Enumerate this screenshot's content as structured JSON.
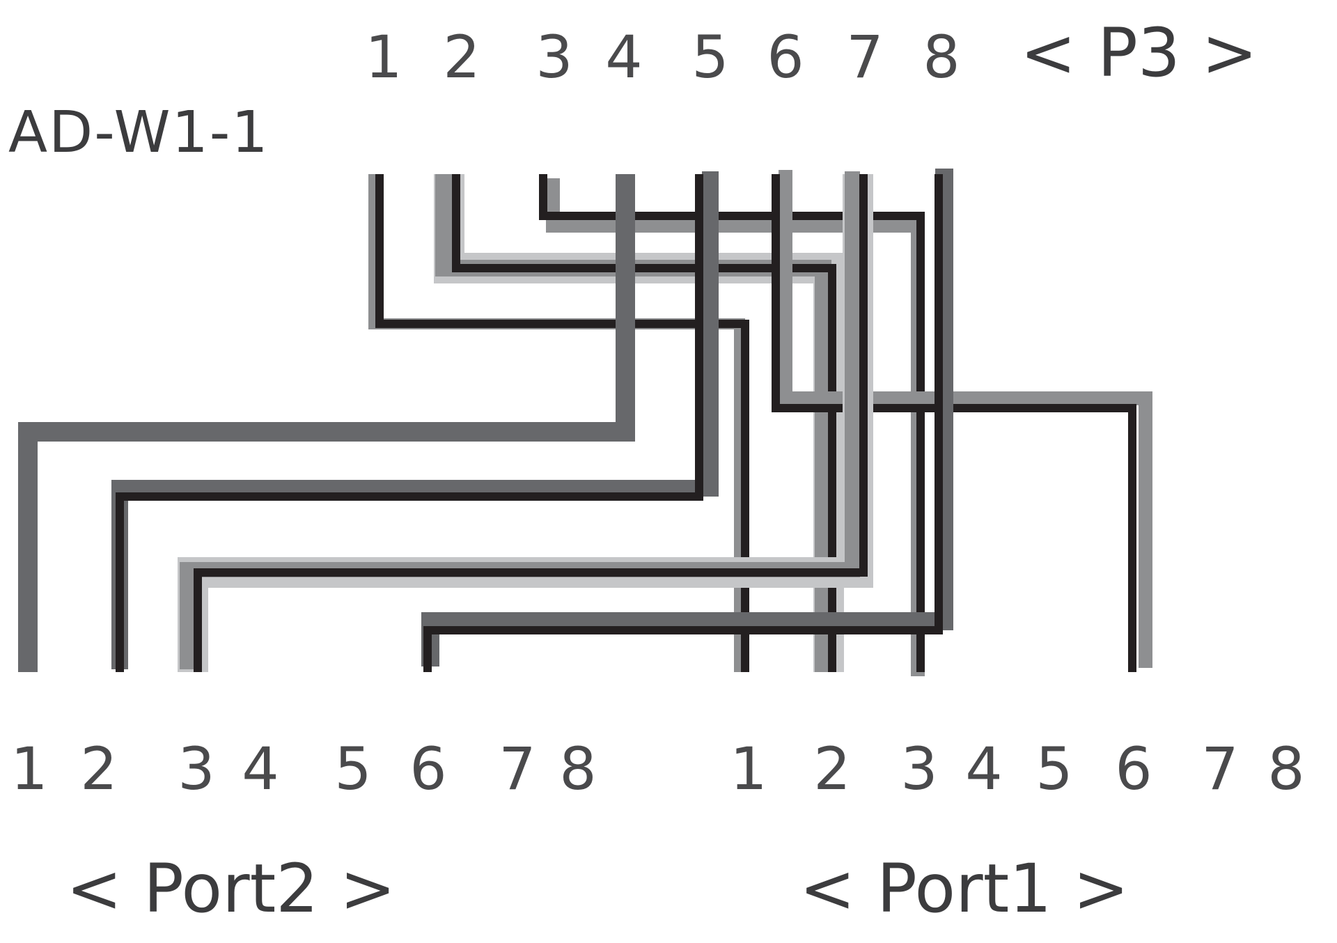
{
  "diagram": {
    "title": "AD-W1-1",
    "connectors": {
      "top": {
        "name": "< P3 >",
        "pins": [
          "1",
          "2",
          "3",
          "4",
          "5",
          "6",
          "7",
          "8"
        ]
      },
      "bottom_left": {
        "name": "< Port2 >",
        "pins": [
          "1",
          "2",
          "3",
          "4",
          "5",
          "6",
          "7",
          "8"
        ]
      },
      "bottom_right": {
        "name": "< Port1 >",
        "pins": [
          "1",
          "2",
          "3",
          "4",
          "5",
          "6",
          "7",
          "8"
        ]
      }
    },
    "wires": [
      {
        "from": "P3-1",
        "to": "Port1-1"
      },
      {
        "from": "P3-2",
        "to": "Port1-2"
      },
      {
        "from": "P3-3",
        "to": "Port1-3"
      },
      {
        "from": "P3-4",
        "to": "Port2-1"
      },
      {
        "from": "P3-5",
        "to": "Port2-2"
      },
      {
        "from": "P3-6",
        "to": "Port1-6"
      },
      {
        "from": "P3-7",
        "to": "Port2-3"
      },
      {
        "from": "P3-8",
        "to": "Port2-6"
      }
    ],
    "colors": {
      "black": "#231f20",
      "dark_gray": "#67686b",
      "mid_gray": "#8e8f91",
      "light_gray": "#c5c6c8"
    }
  }
}
